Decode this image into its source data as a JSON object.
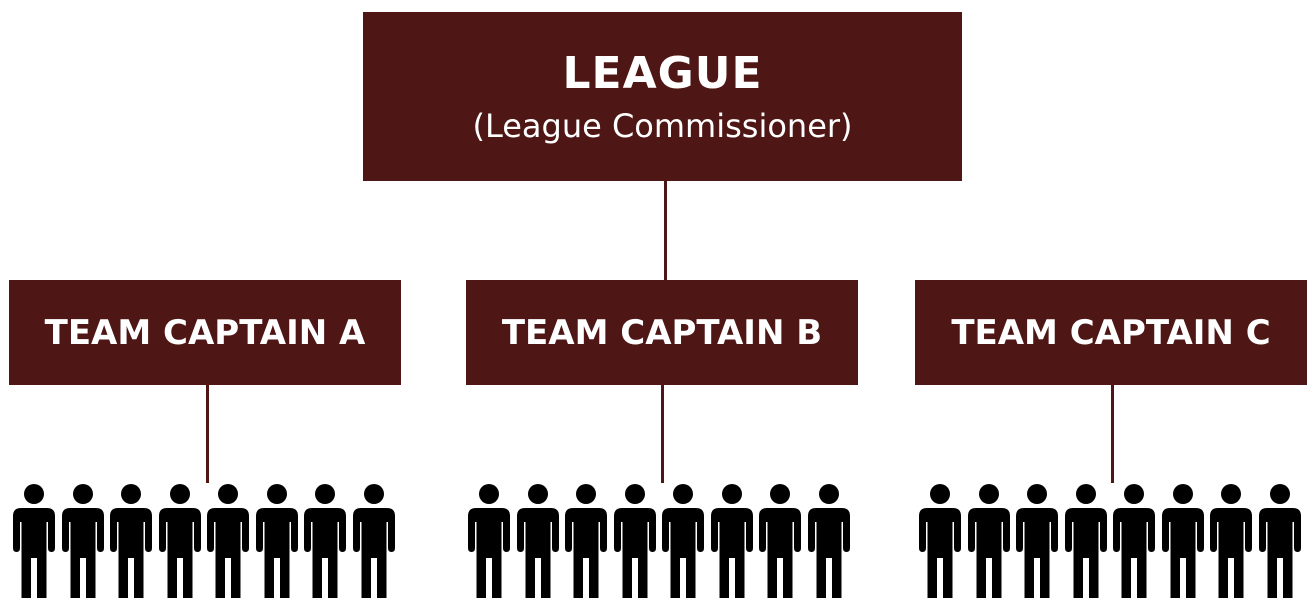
{
  "league": {
    "title": "LEAGUE",
    "subtitle": "(League Commissioner)"
  },
  "captains": [
    {
      "label": "TEAM CAPTAIN A"
    },
    {
      "label": "TEAM CAPTAIN B"
    },
    {
      "label": "TEAM CAPTAIN C"
    }
  ],
  "teams": [
    {
      "icon": "person-icon",
      "count": 8
    },
    {
      "icon": "person-icon",
      "count": 8
    },
    {
      "icon": "person-icon",
      "count": 8
    }
  ],
  "colors": {
    "box_fill": "#4e1614",
    "box_text": "#ffffff",
    "connector": "#4e1614",
    "person_icon": "#000000"
  }
}
